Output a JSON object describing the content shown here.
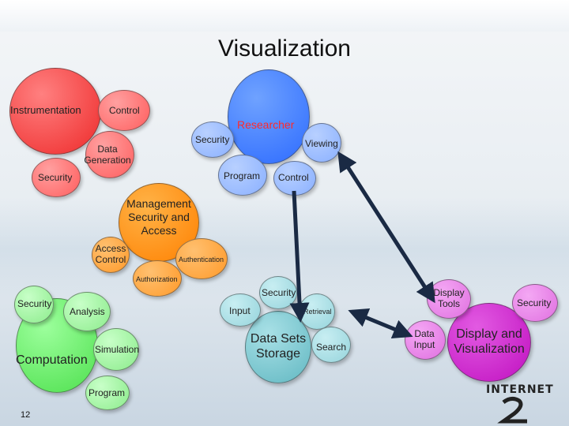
{
  "title": "Visualization",
  "page_number": "12",
  "logo": {
    "text": "INTERNET"
  },
  "nodes": {
    "instrumentation": "Instrumentation",
    "control_top": "Control",
    "data_generation": "Data Generation",
    "security_left": "Security",
    "researcher": "Researcher",
    "security_researcher": "Security",
    "viewing": "Viewing",
    "program_top": "Program",
    "control_researcher": "Control",
    "management": "Management Security and Access",
    "access_control": "Access Control",
    "authentication": "Authentication",
    "authorization": "Authorization",
    "security_computation": "Security",
    "analysis": "Analysis",
    "computation": "Computation",
    "simulation": "Simulation",
    "program_bottom": "Program",
    "security_storage": "Security",
    "input": "Input",
    "retrieval": "Retrieval",
    "data_sets_storage": "Data Sets Storage",
    "search": "Search",
    "display_tools": "Display Tools",
    "security_display": "Security",
    "data_input": "Data Input",
    "display_visualization": "Display and Visualization"
  },
  "colors": {
    "instrumentation": "#ff4d4d",
    "researcher": "#3d7bff",
    "management": "#ff8c00",
    "computation": "#66e066",
    "storage": "#70c0c8",
    "display": "#cc1cc1",
    "arrow": "#1a2a44"
  }
}
